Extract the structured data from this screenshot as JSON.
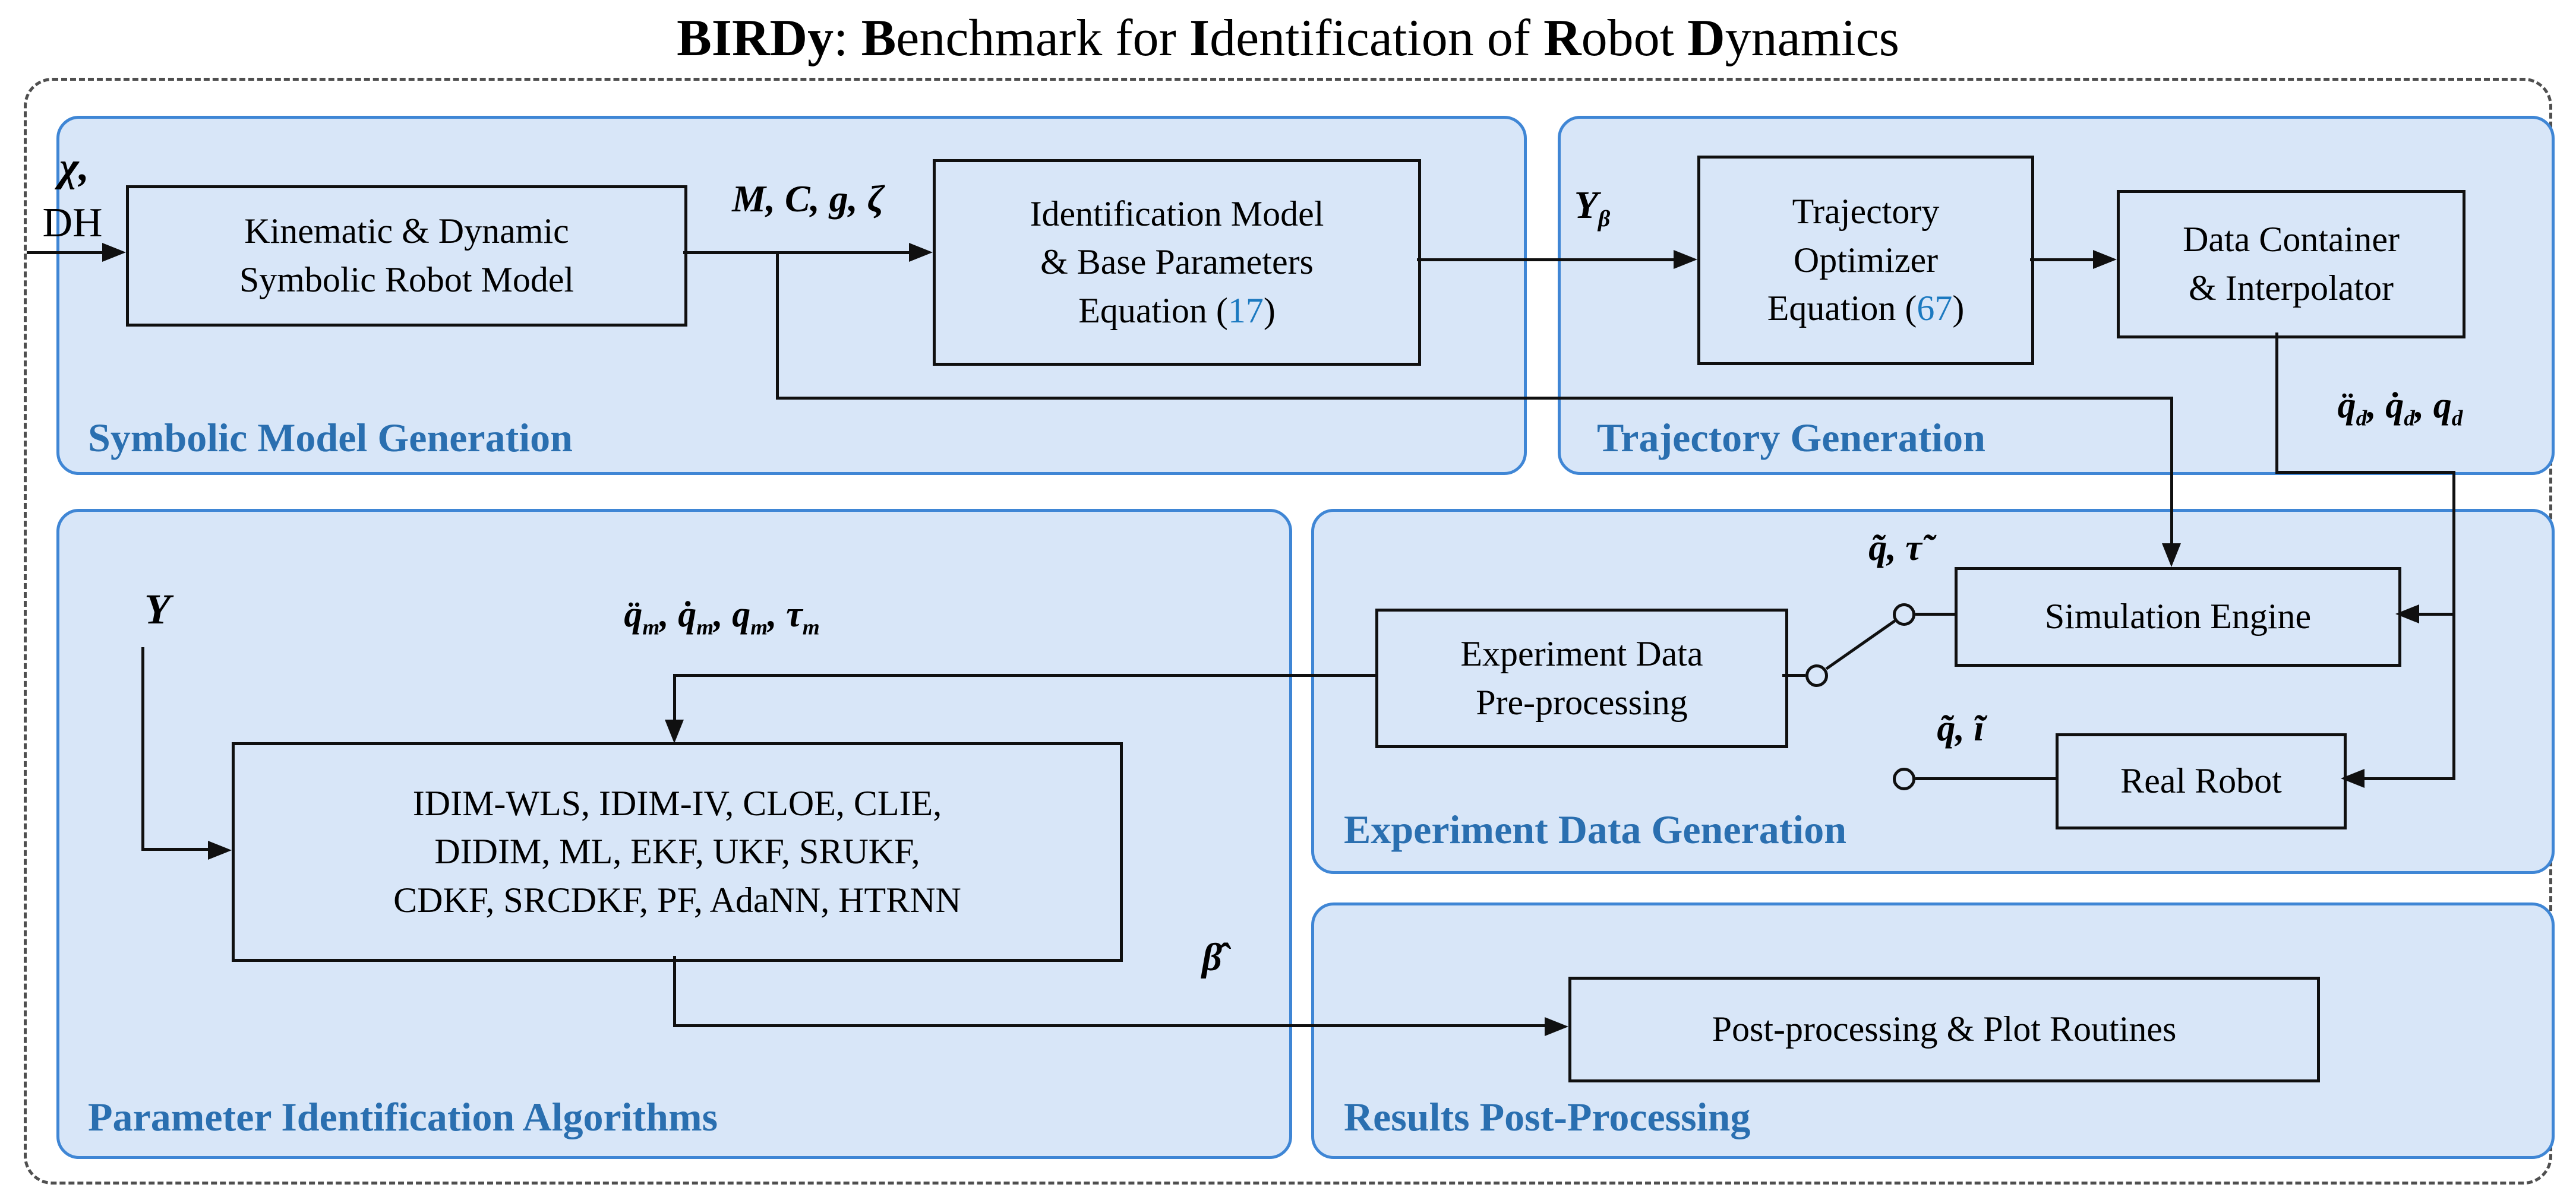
{
  "title": {
    "segments": [
      {
        "t": "BIRDy",
        "b": true
      },
      {
        "t": ": "
      },
      {
        "t": "B",
        "b": true
      },
      {
        "t": "enchmark for "
      },
      {
        "t": "I",
        "b": true
      },
      {
        "t": "dentification of "
      },
      {
        "t": "R",
        "b": true
      },
      {
        "t": "obot "
      },
      {
        "t": "D",
        "b": true
      },
      {
        "t": "ynamics"
      }
    ]
  },
  "theme": {
    "panel-fill": "#d8e6f8",
    "panel-border": "#3f86d5",
    "panel-label": "#2a6fb0",
    "eq-number": "#1b79c0",
    "line-color": "#101010",
    "dash-color": "#4f4f4f"
  },
  "panels": {
    "symbolic": {
      "label": "Symbolic Model Generation"
    },
    "trajectory": {
      "label": "Trajectory Generation"
    },
    "identification": {
      "label": "Parameter Identification Algorithms"
    },
    "experiment": {
      "label": "Experiment Data Generation"
    },
    "results": {
      "label": "Results Post-Processing"
    }
  },
  "boxes": {
    "kinematic": {
      "lines": [
        "Kinematic & Dynamic",
        "Symbolic Robot Model"
      ]
    },
    "identification_model": {
      "lines": [
        "Identification Model",
        "& Base Parameters"
      ],
      "equation": {
        "prefix": "Equation (",
        "number": "17",
        "suffix": ")"
      }
    },
    "trajectory_optimizer": {
      "lines": [
        "Trajectory",
        "Optimizer"
      ],
      "equation": {
        "prefix": "Equation (",
        "number": "67",
        "suffix": ")"
      }
    },
    "data_container": {
      "lines": [
        "Data Container",
        "& Interpolator"
      ]
    },
    "experiment_preprocessing": {
      "lines": [
        "Experiment Data",
        "Pre-processing"
      ]
    },
    "simulation_engine": {
      "label": "Simulation Engine"
    },
    "real_robot": {
      "label": "Real Robot"
    },
    "algorithms": {
      "lines": [
        "IDIM-WLS, IDIM-IV, CLOE, CLIE,",
        "DIDIM, ML, EKF, UKF, SRUKF,",
        "CDKF, SRCDKF, PF, AdaNN, HTRNN"
      ]
    },
    "postprocessing": {
      "label": "Post-processing & Plot Routines"
    }
  },
  "signals": {
    "chi": [
      {
        "t": "χ,"
      }
    ],
    "dh": [
      {
        "t": "DH"
      }
    ],
    "mcgz": [
      {
        "t": "M, C, g, ζ"
      }
    ],
    "upsilon_beta": [
      {
        "t": "Υ",
        "s": "β"
      }
    ],
    "qd": [
      {
        "t": "q̈",
        "s": "d"
      },
      {
        "t": ", q̇",
        "s": "d"
      },
      {
        "t": ", q",
        "s": "d"
      }
    ],
    "q_tau_tilde": [
      {
        "t": "q̃, τ̃"
      }
    ],
    "q_i_tilde": [
      {
        "t": "q̃, ĩ"
      }
    ],
    "qm": [
      {
        "t": "q̈",
        "s": "m"
      },
      {
        "t": ", q̇",
        "s": "m"
      },
      {
        "t": ", q",
        "s": "m"
      },
      {
        "t": ", τ",
        "s": "m"
      }
    ],
    "upsilon": [
      {
        "t": "Υ"
      }
    ],
    "beta_hat": [
      {
        "t": "β̂"
      }
    ]
  }
}
